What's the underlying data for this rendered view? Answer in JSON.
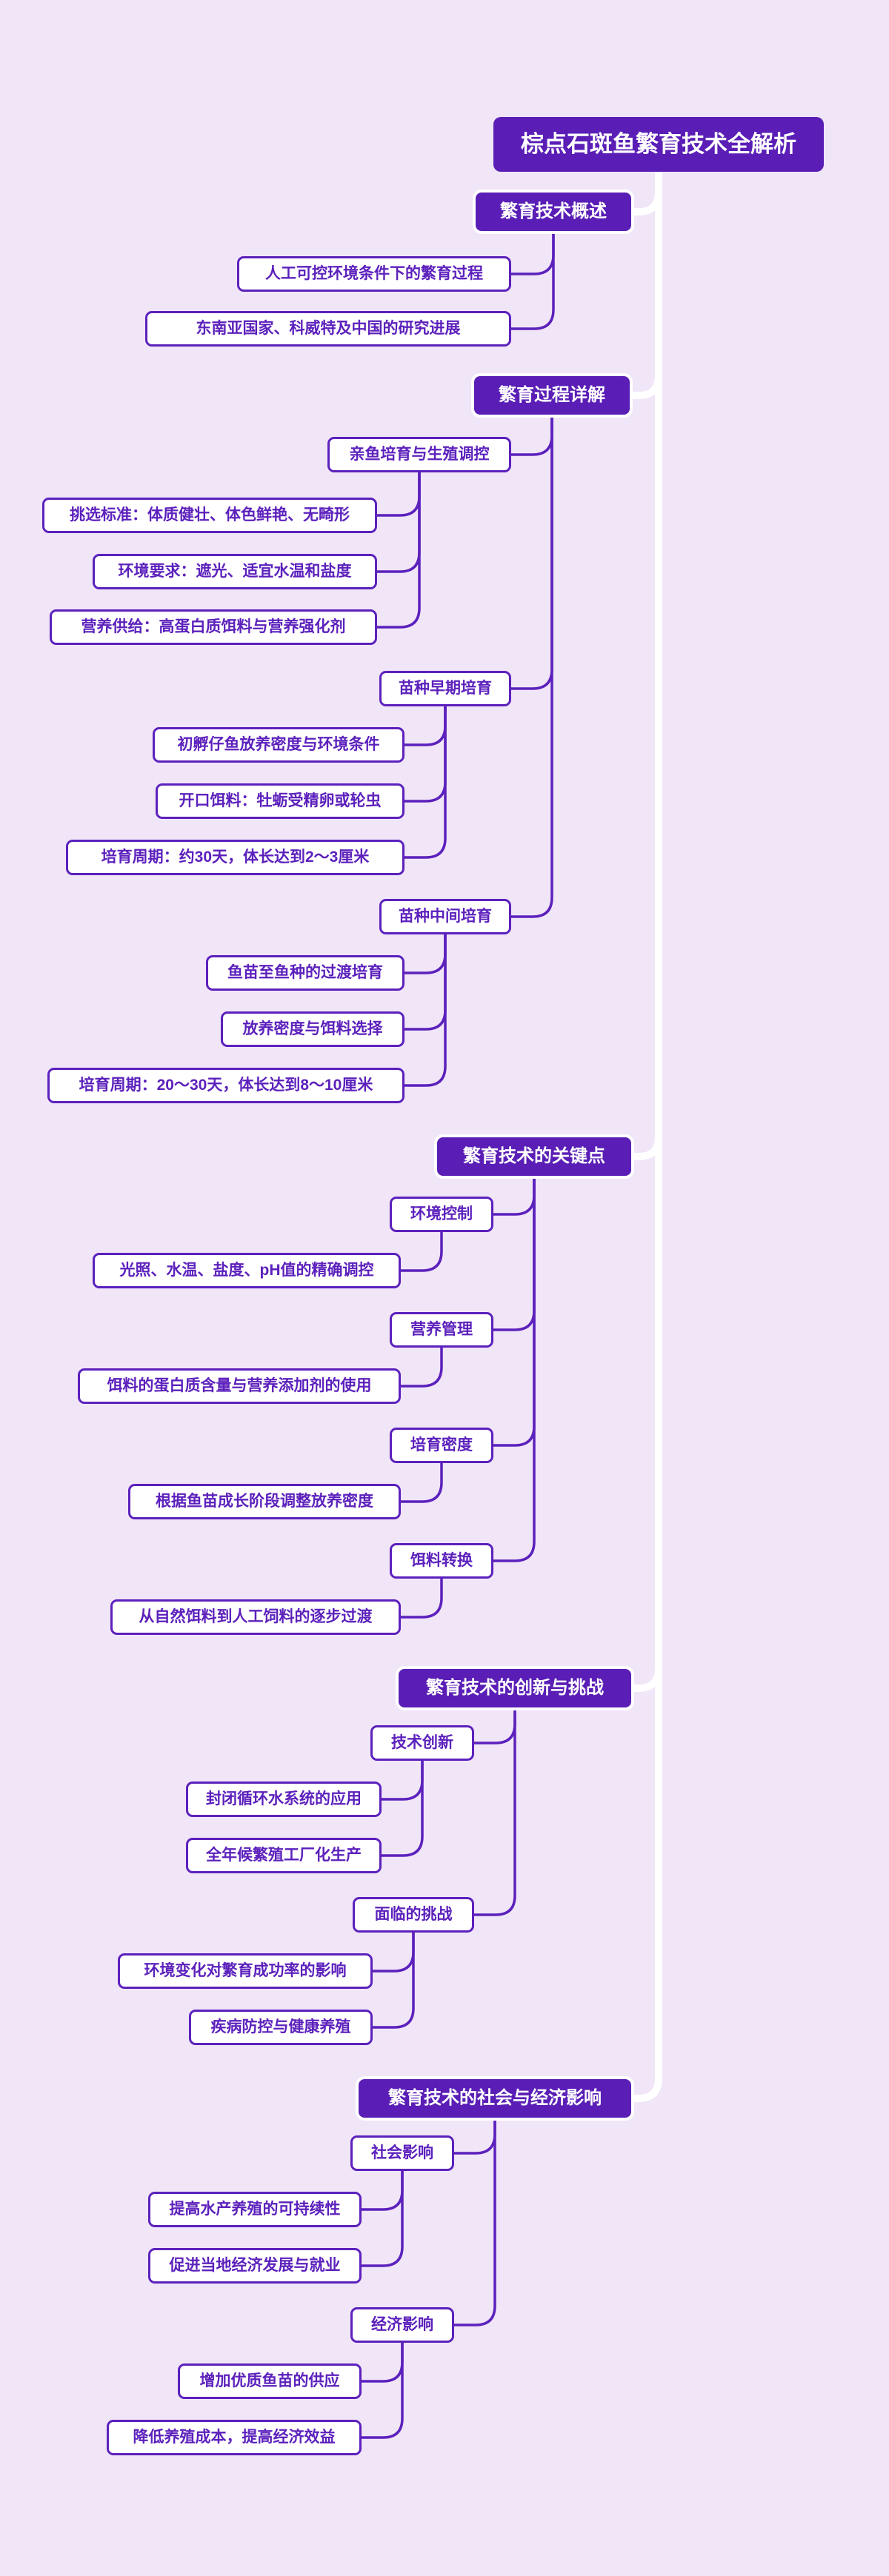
{
  "title": {
    "label": "棕点石斑鱼繁育技术全解析"
  },
  "colors": {
    "background": "#F1E5F8",
    "node_fill": "#5A1EB6",
    "line_purple": "#5C21BC",
    "node_text": "#5C21BC",
    "text_on_fill": "#FFFFFF",
    "trunk_white": "#FFFFFF"
  },
  "branches": [
    {
      "label": "繁育技术概述",
      "children": [
        {
          "label": "人工可控环境条件下的繁育过程"
        },
        {
          "label": "东南亚国家、科威特及中国的研究进展"
        }
      ]
    },
    {
      "label": "繁育过程详解",
      "children": [
        {
          "label": "亲鱼培育与生殖调控",
          "children": [
            {
              "label": "挑选标准：体质健壮、体色鲜艳、无畸形"
            },
            {
              "label": "环境要求：遮光、适宜水温和盐度"
            },
            {
              "label": "营养供给：高蛋白质饵料与营养强化剂"
            }
          ]
        },
        {
          "label": "苗种早期培育",
          "children": [
            {
              "label": "初孵仔鱼放养密度与环境条件"
            },
            {
              "label": "开口饵料：牡蛎受精卵或轮虫"
            },
            {
              "label": "培育周期：约30天，体长达到2～3厘米"
            }
          ]
        },
        {
          "label": "苗种中间培育",
          "children": [
            {
              "label": "鱼苗至鱼种的过渡培育"
            },
            {
              "label": "放养密度与饵料选择"
            },
            {
              "label": "培育周期：20～30天，体长达到8～10厘米"
            }
          ]
        }
      ]
    },
    {
      "label": "繁育技术的关键点",
      "children": [
        {
          "label": "环境控制",
          "children": [
            {
              "label": "光照、水温、盐度、pH值的精确调控"
            }
          ]
        },
        {
          "label": "营养管理",
          "children": [
            {
              "label": "饵料的蛋白质含量与营养添加剂的使用"
            }
          ]
        },
        {
          "label": "培育密度",
          "children": [
            {
              "label": "根据鱼苗成长阶段调整放养密度"
            }
          ]
        },
        {
          "label": "饵料转换",
          "children": [
            {
              "label": "从自然饵料到人工饲料的逐步过渡"
            }
          ]
        }
      ]
    },
    {
      "label": "繁育技术的创新与挑战",
      "children": [
        {
          "label": "技术创新",
          "children": [
            {
              "label": "封闭循环水系统的应用"
            },
            {
              "label": "全年候繁殖工厂化生产"
            }
          ]
        },
        {
          "label": "面临的挑战",
          "children": [
            {
              "label": "环境变化对繁育成功率的影响"
            },
            {
              "label": "疾病防控与健康养殖"
            }
          ]
        }
      ]
    },
    {
      "label": "繁育技术的社会与经济影响",
      "children": [
        {
          "label": "社会影响",
          "children": [
            {
              "label": "提高水产养殖的可持续性"
            },
            {
              "label": "促进当地经济发展与就业"
            }
          ]
        },
        {
          "label": "经济影响",
          "children": [
            {
              "label": "增加优质鱼苗的供应"
            },
            {
              "label": "降低养殖成本，提高经济效益"
            }
          ]
        }
      ]
    }
  ]
}
